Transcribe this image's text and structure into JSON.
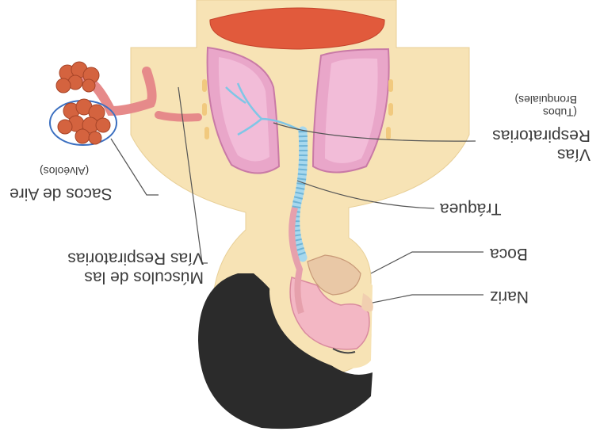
{
  "labels": {
    "airways_line1": "Vías",
    "airways_line2": "Respiratorias",
    "airways_sub1": "(Tubos",
    "airways_sub2": "Bronquiales)",
    "trachea": "Tráquea",
    "mouth": "Boca",
    "nose": "Nariz",
    "air_sacs": "Sacos de Aire",
    "air_sacs_sub": "(Alvéolos)",
    "muscles_line1": "Músculos de las",
    "muscles_line2": "Vías Respiratorias"
  },
  "orientation": "image rotated 180 degrees",
  "colors": {
    "skin": "#f7e3b5",
    "hair": "#2b2b2b",
    "lung": "#e9a6c9",
    "lung_inner": "#f2bcd8",
    "diaphragm": "#e15a3c",
    "trachea": "#a6d8ee",
    "alveoli": "#d4633f",
    "leader_line": "#555555"
  }
}
